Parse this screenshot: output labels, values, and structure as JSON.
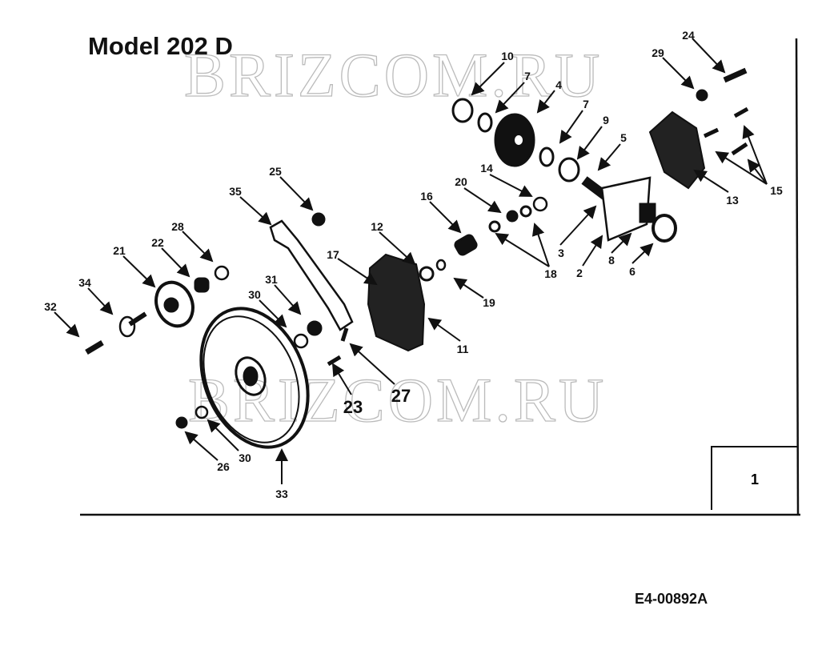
{
  "title": "Model 202 D",
  "watermark": "BRIZCOM.RU",
  "page_number": "1",
  "drawing_code": "E4-00892A",
  "callouts": [
    "10",
    "7",
    "4",
    "7",
    "9",
    "5",
    "14",
    "20",
    "16",
    "12",
    "17",
    "19",
    "18",
    "3",
    "2",
    "8",
    "6",
    "11",
    "13",
    "15",
    "24",
    "29",
    "25",
    "35",
    "28",
    "21",
    "22",
    "34",
    "32",
    "31",
    "30",
    "27",
    "23",
    "30",
    "26",
    "33"
  ]
}
